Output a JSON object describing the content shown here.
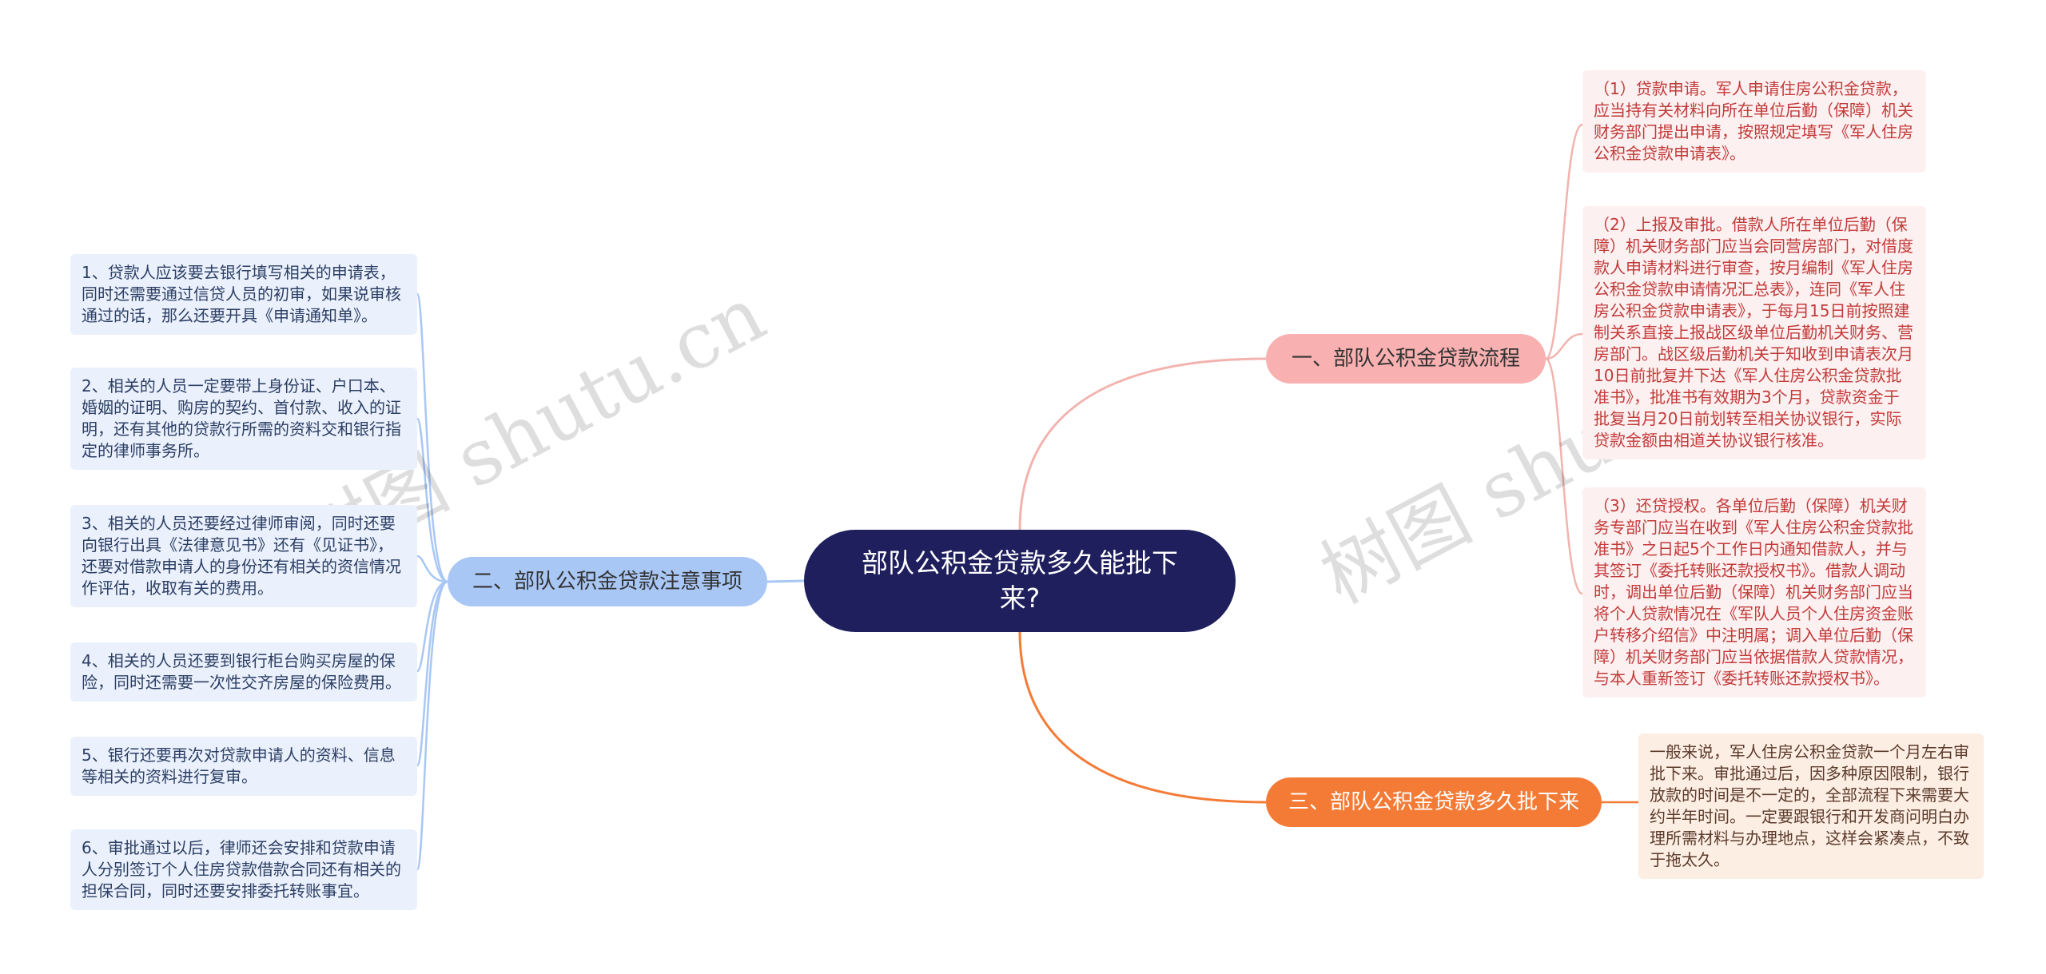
{
  "root": {
    "title": "部队公积金贷款多久能批下来?"
  },
  "branches": {
    "process": {
      "label": "一、部队公积金贷款流程",
      "color": "#f8b0b0"
    },
    "notes": {
      "label": "二、部队公积金贷款注意事项",
      "color": "#a9c7f5"
    },
    "duration": {
      "label": "三、部队公积金贷款多久批下来",
      "color": "#f47b36"
    }
  },
  "process_items": [
    "（1）贷款申请。军人申请住房公积金贷款，应当持有关材料向所在单位后勤（保障）机关财务部门提出申请，按照规定填写《军人住房公积金贷款申请表》。",
    "（2）上报及审批。借款人所在单位后勤（保障）机关财务部门应当会同营房部门，对借度款人申请材料进行审查，按月编制《军人住房公积金贷款申请情况汇总表》，连同《军人住房公积金贷款申请表》，于每月15日前按照建制关系直接上报战区级单位后勤机关财务、营房部门。战区级后勤机关于知收到申请表次月10日前批复并下达《军人住房公积金贷款批准书》，批准书有效期为3个月，贷款资金于批复当月20日前划转至相关协议银行，实际贷款金额由相道关协议银行核准。",
    "（3）还贷授权。各单位后勤（保障）机关财务专部门应当在收到《军人住房公积金贷款批准书》之日起5个工作日内通知借款人，并与其签订《委托转账还款授权书》。借款人调动时，调出单位后勤（保障）机关财务部门应当将个人贷款情况在《军队人员个人住房资金账户转移介绍信》中注明属；调入单位后勤（保障）机关财务部门应当依据借款人贷款情况，与本人重新签订《委托转账还款授权书》。"
  ],
  "notes_items": [
    "1、贷款人应该要去银行填写相关的申请表，同时还需要通过信贷人员的初审，如果说审核通过的话，那么还要开具《申请通知单》。",
    "2、相关的人员一定要带上身份证、户口本、婚姻的证明、购房的契约、首付款、收入的证明，还有其他的贷款行所需的资料交和银行指定的律师事务所。",
    "3、相关的人员还要经过律师审阅，同时还要向银行出具《法律意见书》还有《见证书》，还要对借款申请人的身份还有相关的资信情况作评估，收取有关的费用。",
    "4、相关的人员还要到银行柜台购买房屋的保险，同时还需要一次性交齐房屋的保险费用。",
    "5、银行还要再次对贷款申请人的资料、信息等相关的资料进行复审。",
    "6、审批通过以后，律师还会安排和贷款申请人分别签订个人住房贷款借款合同还有相关的担保合同，同时还要安排委托转账事宜。"
  ],
  "duration_items": [
    "一般来说，军人住房公积金贷款一个月左右审批下来。审批通过后，因多种原因限制，银行放款的时间是不一定的，全部流程下来需要大约半年时间。一定要跟银行和开发商问明白办理所需材料与办理地点，这样会紧凑点，不致于拖太久。"
  ],
  "watermark": "树图 shutu.cn"
}
